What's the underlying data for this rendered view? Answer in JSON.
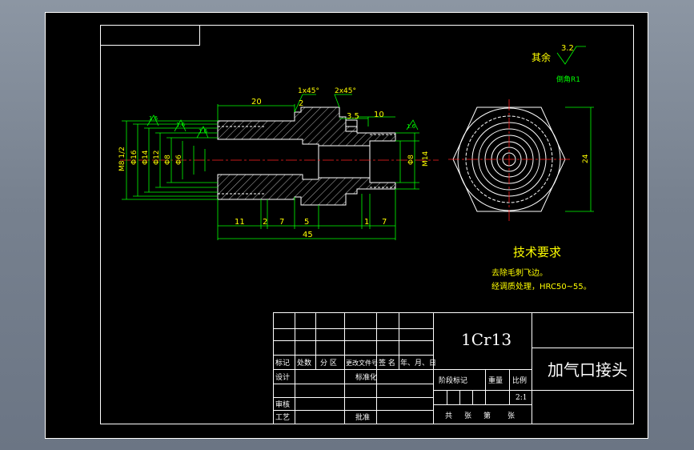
{
  "colors": {
    "sheet": "#000000",
    "outline": "#ffffff",
    "dimension": "#00ff00",
    "centerline": "#ff2020",
    "note": "#ffff00"
  },
  "drawing": {
    "roughness_label": "其余",
    "roughness_value": "3.2",
    "fillet_note": "倒角R1",
    "chamfer_1": "1x45°",
    "chamfer_2": "2x45°",
    "dims_top": [
      "20",
      "2",
      "3.5",
      "10"
    ],
    "roughness_marks": [
      "1.6",
      "1.6",
      "1.6",
      "1.6"
    ],
    "dims_vertical": [
      "M8 1/2",
      "Φ16",
      "Φ14",
      "Φ12",
      "Φ8",
      "Φ6",
      "Φ8",
      "M14"
    ],
    "dims_bottom": [
      "11",
      "2",
      "7",
      "5",
      "1",
      "7"
    ],
    "overall_length": "45",
    "hex_across_flats": "24"
  },
  "tech_req": {
    "title": "技术要求",
    "lines": [
      "去除毛刺飞边。",
      "经调质处理，HRC50~55。"
    ]
  },
  "title_block": {
    "material": "1Cr13",
    "part_name": "加气口接头",
    "header": [
      "标记",
      "处数",
      "分 区",
      "更改文件号",
      "签 名",
      "年、月、日"
    ],
    "design": "设计",
    "standardize": "标准化",
    "stage_mark": "阶段标记",
    "weight": "重量",
    "scale_label": "比例",
    "scale": "2:1",
    "review": "审核",
    "process": "工艺",
    "approve": "批准",
    "total": "共",
    "sheet_of": "张",
    "sheet": "第",
    "sheet_unit": "张"
  }
}
